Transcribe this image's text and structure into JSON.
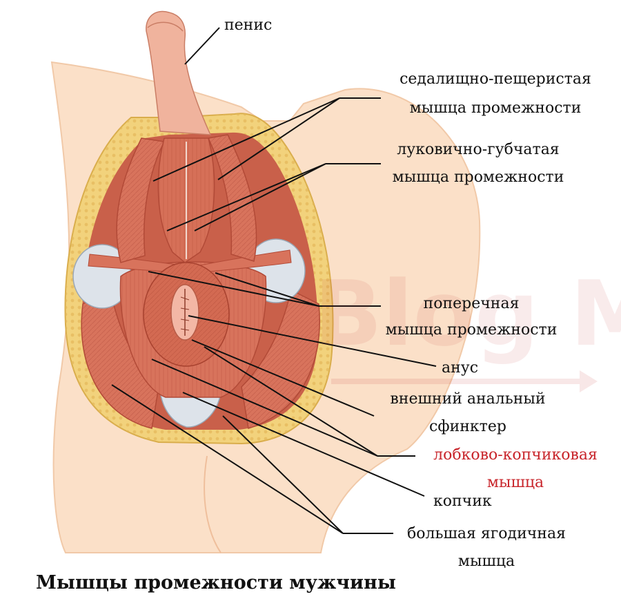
{
  "title": "Мышцы промежности мужчины",
  "watermark": "Blog Med",
  "colors": {
    "muscle": "#d8735c",
    "muscle_dark": "#b24a37",
    "skin": "#fbe0c8",
    "fat": "#f2d27c",
    "tendon": "#dde3ea",
    "label_highlight": "#c8252b"
  },
  "labels": {
    "penis": "пенис",
    "ischiocavernosus_l1": "седалищно-пещеристая",
    "ischiocavernosus_l2": "мышца промежности",
    "bulbospongiosus_l1": "луковично-губчатая",
    "bulbospongiosus_l2": "мышца промежности",
    "transverse_l1": "поперечная",
    "transverse_l2": "мышца промежности",
    "anus": "анус",
    "sphincter_l1": "внешний анальный",
    "sphincter_l2": "сфинктер",
    "pubococcygeus_l1": "лобково-копчиковая",
    "pubococcygeus_l2": "мышца",
    "coccyx": "копчик",
    "gluteus_l1": "большая ягодичная",
    "gluteus_l2": "мышца"
  }
}
